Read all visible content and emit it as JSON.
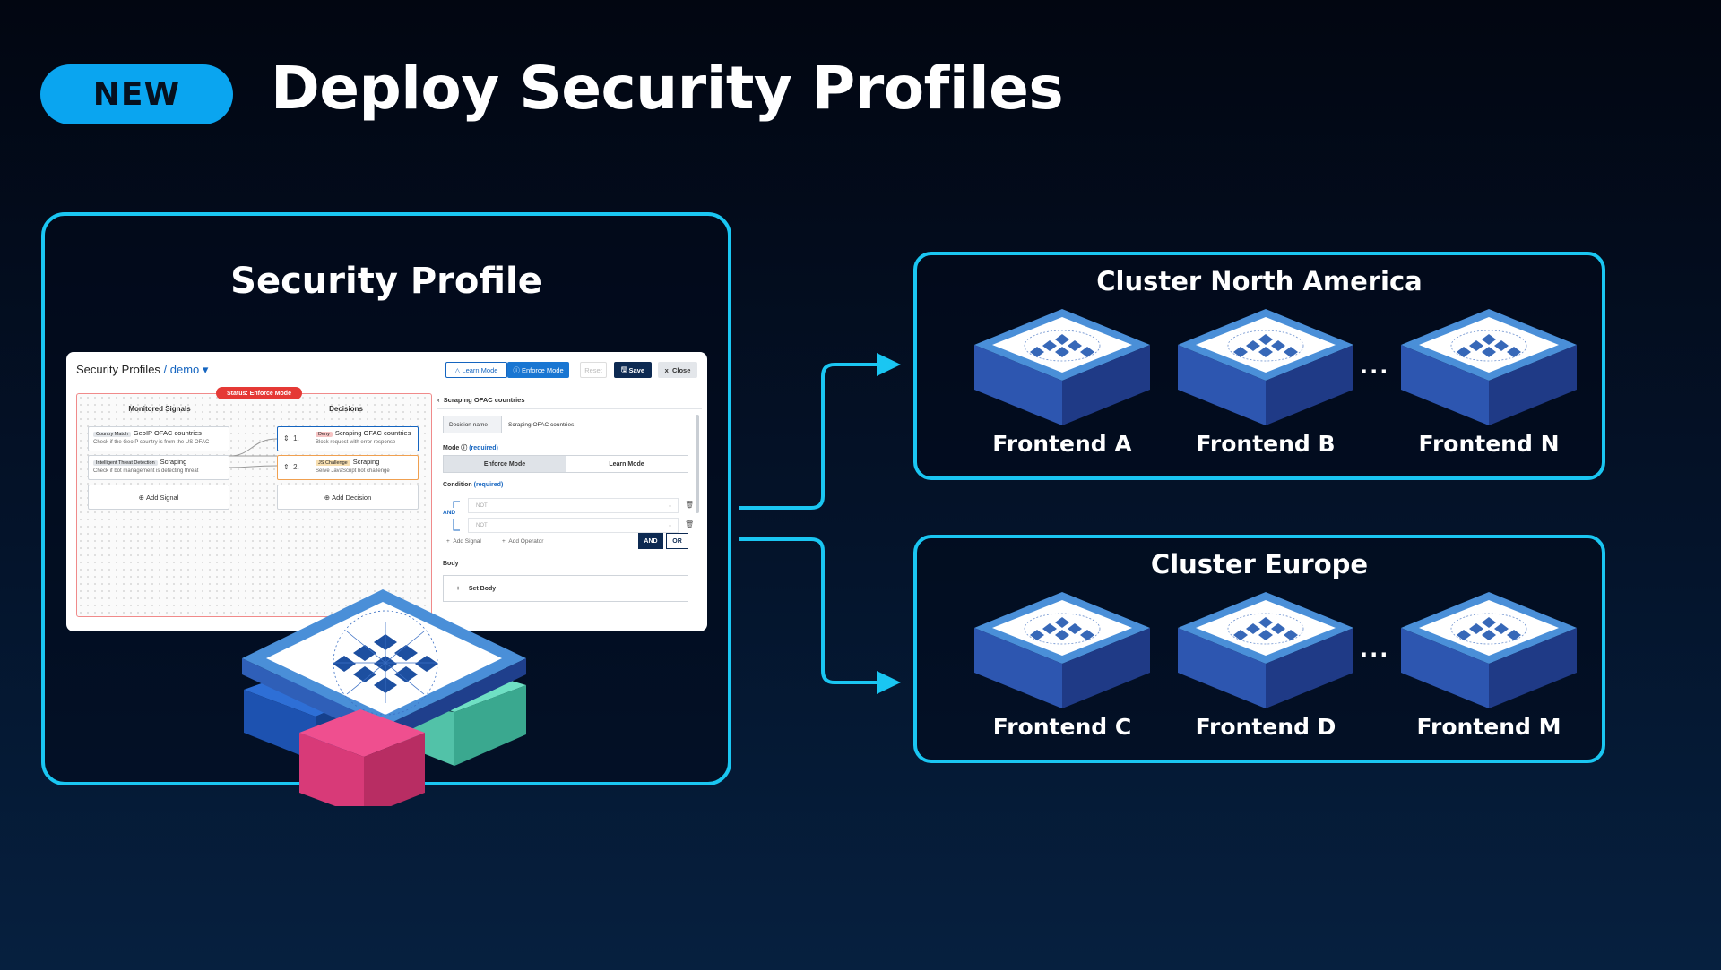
{
  "header": {
    "badge": "NEW",
    "title": "Deploy Security Profiles"
  },
  "profile": {
    "title": "Security Profile",
    "screenshot": {
      "app_title": "Security Profiles",
      "breadcrumb": "/ demo ",
      "buttons": {
        "learn": "Learn Mode",
        "enforce": "Enforce Mode",
        "reset": "Reset",
        "save": "Save",
        "close": "Close"
      },
      "status": "Status: Enforce Mode",
      "signals_header": "Monitored Signals",
      "decisions_header": "Decisions",
      "signals": [
        {
          "tag": "Country Match",
          "title": "GeoIP OFAC countries",
          "desc": "Check if the GeoIP country is from the US OFAC"
        },
        {
          "tag": "Intelligent Threat Detection",
          "title": "Scraping",
          "desc": "Check if bot management is detecting threat"
        }
      ],
      "decisions": [
        {
          "num": "1.",
          "tag": "Deny",
          "title": "Scraping OFAC countries",
          "desc": "Block request with error response"
        },
        {
          "num": "2.",
          "tag": "JS Challenge",
          "title": "Scraping",
          "desc": "Serve JavaScript bot challenge"
        }
      ],
      "add_signal": "Add Signal",
      "add_decision": "Add Decision",
      "form": {
        "heading": "Scraping OFAC countries",
        "decision_name_label": "Decision name",
        "decision_name_value": "Scraping OFAC countries",
        "mode_label": "Mode",
        "required": "(required)",
        "mode_enforce": "Enforce Mode",
        "mode_learn": "Learn Mode",
        "condition_label": "Condition",
        "not_1": "NOT",
        "not_2": "NOT",
        "and_op": "AND",
        "add_signal": "Add Signal",
        "add_operator": "Add Operator",
        "and_btn": "AND",
        "or_btn": "OR",
        "body_label": "Body",
        "set_body": "Set Body"
      }
    }
  },
  "clusters": [
    {
      "title": "Cluster North America",
      "frontends": [
        "Frontend A",
        "Frontend B",
        "Frontend N"
      ],
      "ellipsis": "..."
    },
    {
      "title": "Cluster Europe",
      "frontends": [
        "Frontend C",
        "Frontend D",
        "Frontend M"
      ],
      "ellipsis": "..."
    }
  ],
  "colors": {
    "accent": "#1ac6f2",
    "badge": "#0aa5f0",
    "status_red": "#e53935",
    "navy_button": "#0d2a52"
  }
}
